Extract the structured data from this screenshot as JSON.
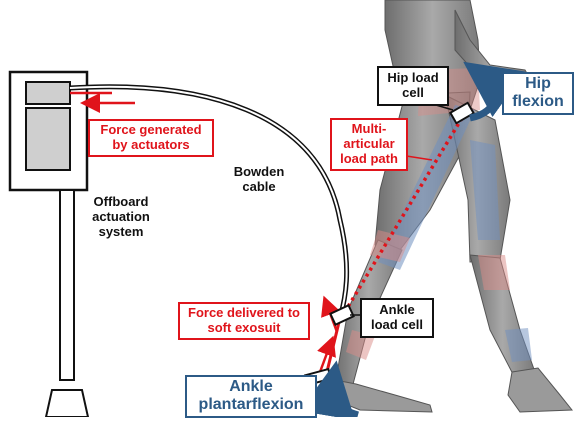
{
  "colors": {
    "red": "#e0141b",
    "blue": "#2c5a86",
    "black": "#111111",
    "skin": "#8a8a8a",
    "blueBand": "#6f8fbf",
    "redBand": "#d98c88"
  },
  "labels": {
    "force_generated": "Force generated by actuators",
    "offboard": "Offboard actuation system",
    "bowden": "Bowden cable",
    "multi_articular": "Multi-articular load path",
    "hip_load_cell": "Hip load cell",
    "hip_flexion": "Hip flexion",
    "force_delivered": "Force delivered to soft exosuit",
    "ankle_load_cell": "Ankle load cell",
    "ankle_plantarflexion": "Ankle plantarflexion"
  }
}
